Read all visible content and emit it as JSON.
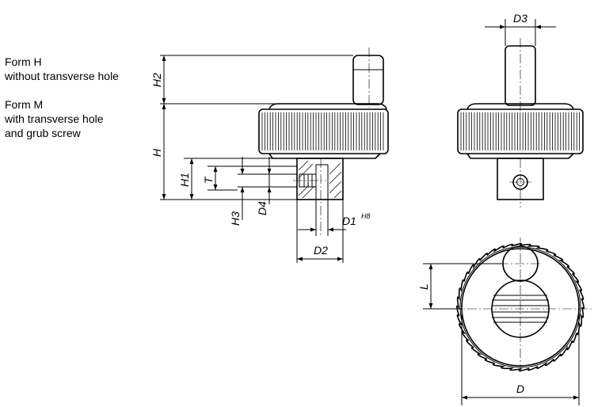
{
  "legend": {
    "form_h": {
      "title": "Form H",
      "desc1": "without transverse hole"
    },
    "form_m": {
      "title": "Form M",
      "desc1": "with transverse hole",
      "desc2": "and grub screw"
    }
  },
  "dimensions": {
    "H2": "H2",
    "H": "H",
    "H1": "H1",
    "T": "T",
    "H3": "H3",
    "D4": "D4",
    "D1": "D1",
    "D1_tol": "H8",
    "D2": "D2",
    "D3": "D3",
    "L": "L",
    "D": "D"
  }
}
